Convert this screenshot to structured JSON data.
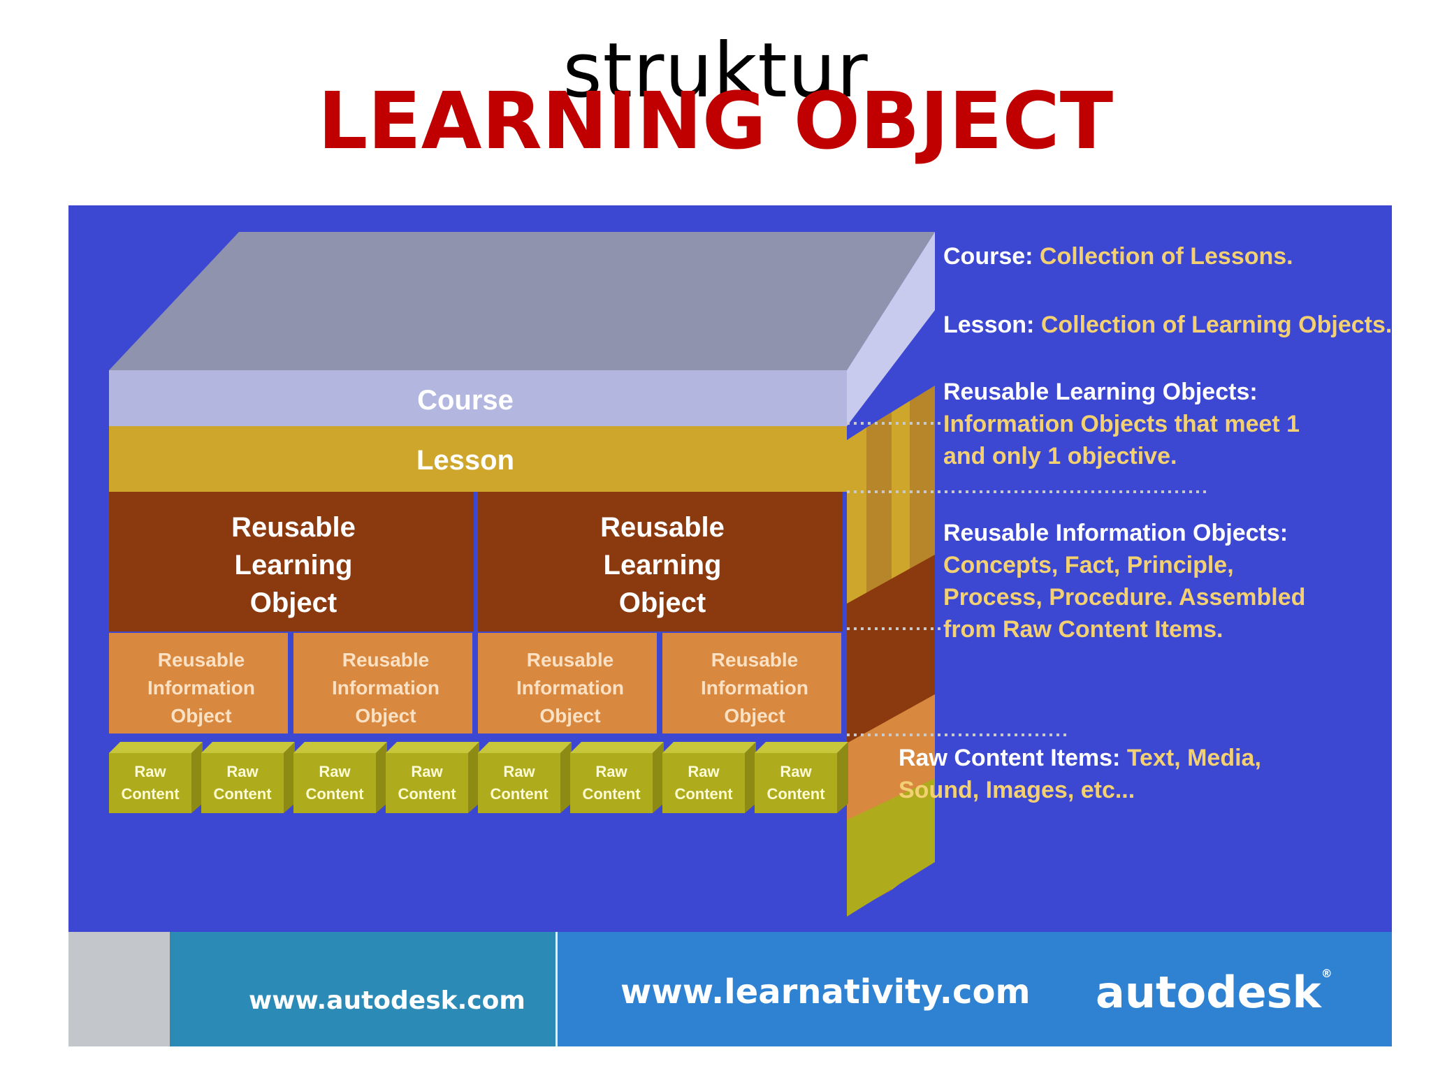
{
  "page": {
    "subtitle": "struktur",
    "title": "LEARNING OBJECT"
  },
  "diagram": {
    "layers": {
      "course": "Course",
      "lesson": "Lesson",
      "rlo": [
        "Reusable",
        "Learning",
        "Object"
      ],
      "rio": [
        "Reusable",
        "Information",
        "Object"
      ],
      "raw": [
        "Raw",
        "Content"
      ]
    },
    "rlo_count": 2,
    "rio_count": 4,
    "raw_count": 8,
    "descriptions": [
      {
        "key": "Course: ",
        "lines": [
          "Collection of Lessons."
        ]
      },
      {
        "key": "Lesson: ",
        "lines": [
          "Collection of Learning Objects."
        ]
      },
      {
        "key": "Reusable Learning Objects:",
        "lines": [
          "Information Objects that meet 1",
          "and only 1 objective."
        ]
      },
      {
        "key": "Reusable Information Objects:",
        "lines": [
          "Concepts, Fact, Principle,",
          "Process, Procedure. Assembled",
          "from Raw Content Items."
        ]
      },
      {
        "key": "Raw Content Items: ",
        "lines": [
          "Text, Media,",
          "Sound, Images, etc..."
        ]
      }
    ],
    "colors": {
      "background": "#3d48d2",
      "course": "#b3b7e0",
      "course_top": "#8f93ad",
      "lesson": "#cfa62c",
      "rlo": "#8a3a0e",
      "rio": "#d98840",
      "raw": "#aeac1c",
      "description_text": "#f3d072"
    }
  },
  "footer": {
    "left_url": "www.autodesk.com",
    "center_url": "www.learnativity.com",
    "brand": "autodesk"
  }
}
